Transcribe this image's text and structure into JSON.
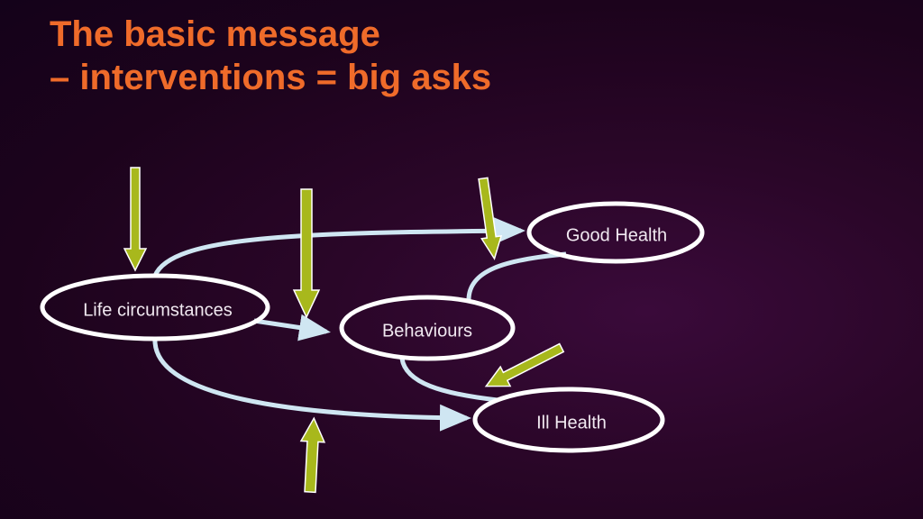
{
  "slide": {
    "title_line1": "The basic message",
    "title_line2": "– interventions = big asks",
    "title_color": "#ef6b2a",
    "background_color": "#2a0628"
  },
  "diagram": {
    "nodes": {
      "life_circumstances": "Life circumstances",
      "behaviours": "Behaviours",
      "good_health": "Good Health",
      "ill_health": "Ill Health"
    },
    "connector_color": "#cfe6f2",
    "intervention_arrow_color": "#a8b81c",
    "intervention_arrow_count": 5
  }
}
